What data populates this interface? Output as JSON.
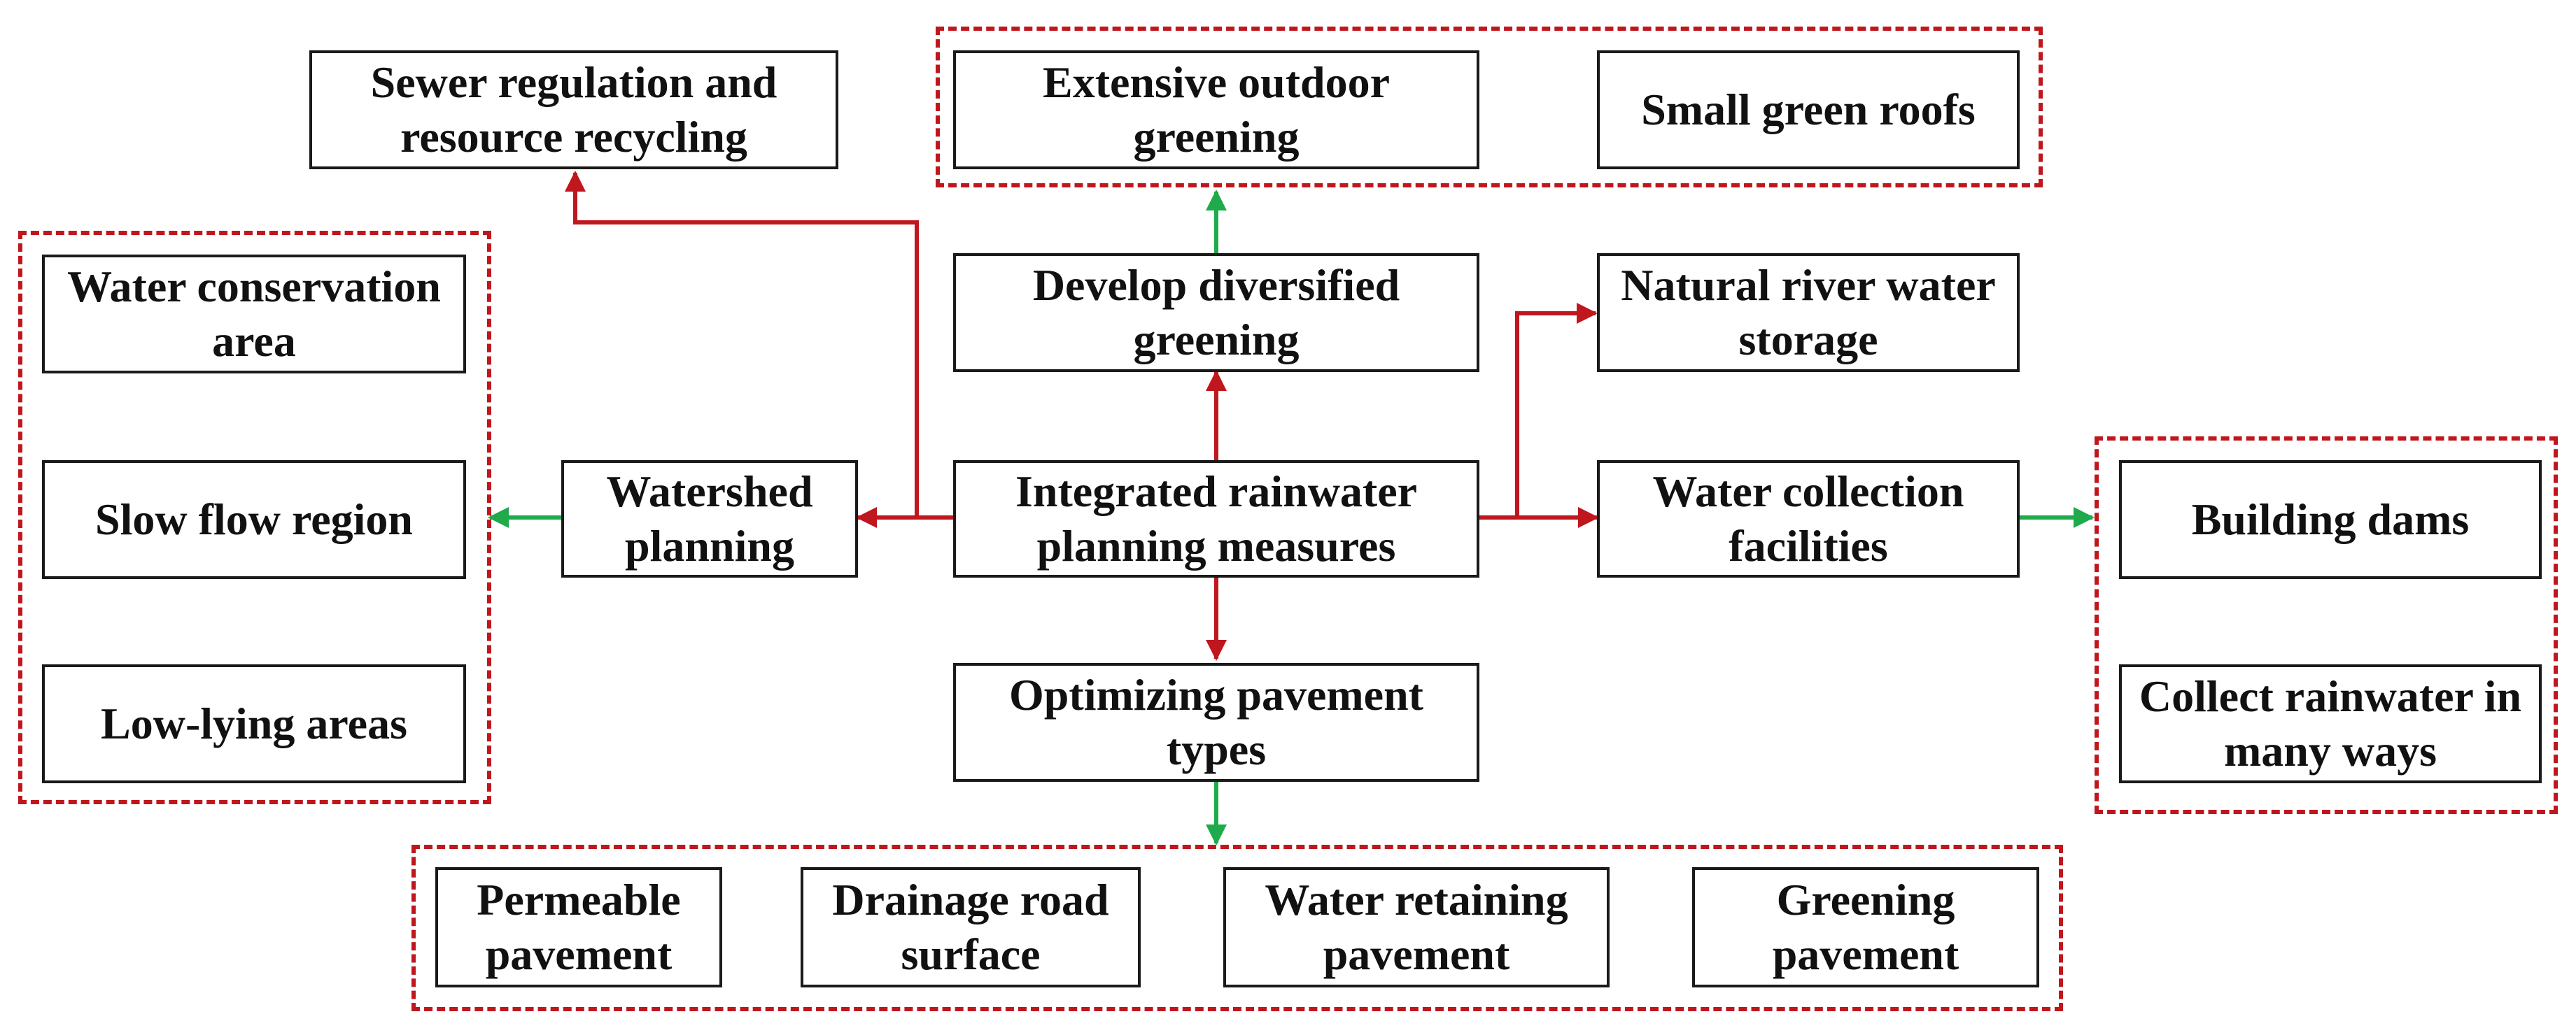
{
  "colors": {
    "node_border": "#1a1a1a",
    "group_border": "#c0161d",
    "red_arrow": "#c0161d",
    "green_arrow": "#1faa4b"
  },
  "nodes": {
    "central": "Integrated rainwater planning measures",
    "watershed": "Watershed planning",
    "sewer": "Sewer regulation and resource recycling",
    "greening": "Develop diversified greening",
    "pavement_types": "Optimizing pavement types",
    "river_storage": "Natural river water storage",
    "collection": "Water collection facilities",
    "outdoor": "Extensive outdoor greening",
    "roofs": "Small green roofs",
    "conservation": "Water conservation area",
    "slow_flow": "Slow flow region",
    "low_lying": "Low-lying areas",
    "dams": "Building dams",
    "collect_ways": "Collect rainwater in many ways",
    "permeable": "Permeable pavement",
    "drainage": "Drainage road surface",
    "retaining": "Water retaining pavement",
    "greening_pavement": "Greening pavement"
  }
}
